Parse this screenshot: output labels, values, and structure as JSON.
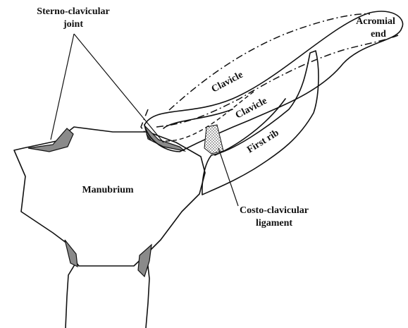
{
  "labels": {
    "sterno_line1": "Sterno-clavicular",
    "sterno_line2": "joint",
    "acromial_line1": "Acromial",
    "acromial_line2": "end",
    "clavicle_upper": "Clavicle",
    "clavicle_lower": "Clavicle",
    "first_rib": "First rib",
    "manubrium": "Manubrium",
    "costo_line1": "Costo-clavicular",
    "costo_line2": "ligament"
  },
  "colors": {
    "ink": "#111111",
    "cartilage": "#8a8a8a",
    "background": "#ffffff"
  }
}
